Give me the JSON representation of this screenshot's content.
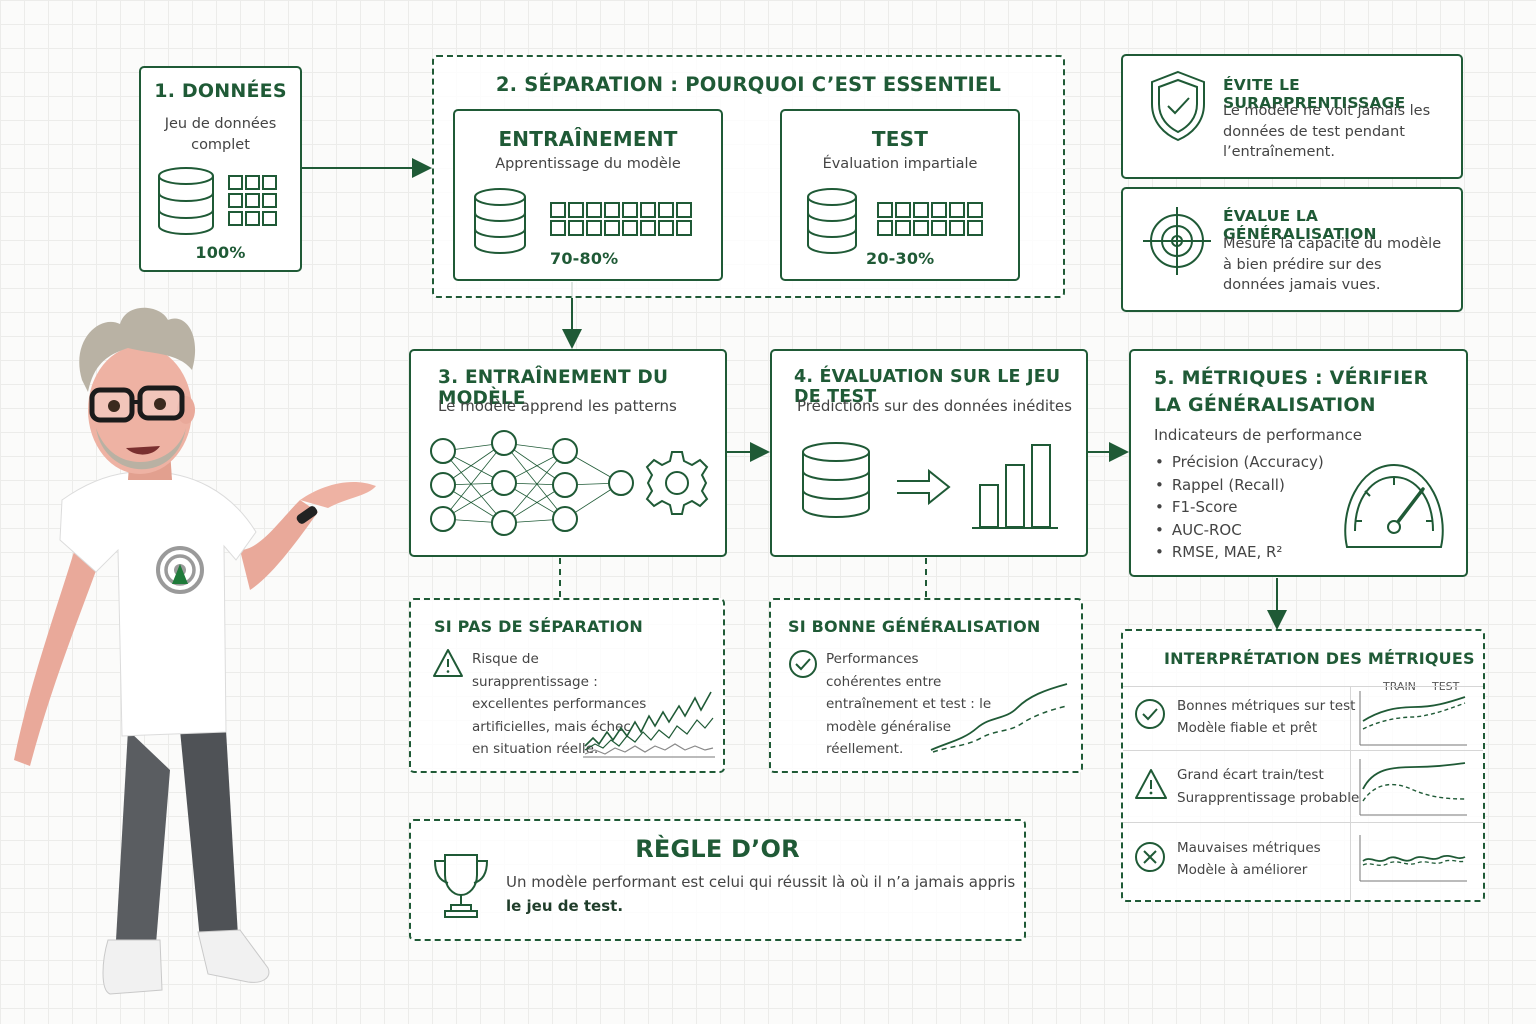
{
  "step1": {
    "title": "1. DONNÉES",
    "subtitle": "Jeu de données complet",
    "percent": "100%"
  },
  "step2": {
    "title": "2. SÉPARATION : POURQUOI C’EST ESSENTIEL",
    "train": {
      "title": "ENTRAÎNEMENT",
      "subtitle": "Apprentissage du modèle",
      "percent": "70-80%"
    },
    "test": {
      "title": "TEST",
      "subtitle": "Évaluation impartiale",
      "percent": "20-30%"
    }
  },
  "benefits": [
    {
      "title": "ÉVITE LE SURAPPRENTISSAGE",
      "text": "Le modèle ne voit jamais les données de test pendant l’entraînement.",
      "icon": "shield-check-icon"
    },
    {
      "title": "ÉVALUE LA GÉNÉRALISATION",
      "text": "Mesure la capacité du modèle à bien prédire sur des données jamais vues.",
      "icon": "target-icon"
    }
  ],
  "step3": {
    "title": "3. ENTRAÎNEMENT DU MODÈLE",
    "subtitle": "Le modèle apprend les patterns"
  },
  "step4": {
    "title": "4. ÉVALUATION SUR LE JEU DE TEST",
    "subtitle": "Prédictions sur des données inédites"
  },
  "step5": {
    "title_line1": "5. MÉTRIQUES : VÉRIFIER",
    "title_line2": "LA GÉNÉRALISATION",
    "subtitle": "Indicateurs de performance",
    "metrics": [
      "Précision (Accuracy)",
      "Rappel (Recall)",
      "F1-Score",
      "AUC-ROC",
      "RMSE, MAE, R²"
    ]
  },
  "no_split": {
    "title": "SI PAS DE SÉPARATION",
    "text": "Risque de surapprentissage : excellentes performances artificielles, mais échec en situation réelle."
  },
  "good_gen": {
    "title": "SI BONNE GÉNÉRALISATION",
    "text": "Performances cohérentes entre entraînement et test : le modèle généralise réellement."
  },
  "golden_rule": {
    "title": "RÈGLE D’OR",
    "text": "Un modèle performant est celui qui réussit là où il n’a jamais appris :",
    "bold": "le jeu de test."
  },
  "interpretation": {
    "title": "INTERPRÉTATION DES MÉTRIQUES",
    "legend_train": "TRAIN",
    "legend_test": "TEST",
    "rows": [
      {
        "line1": "Bonnes métriques sur test",
        "line2": "Modèle fiable et prêt",
        "icon": "check-circle-icon"
      },
      {
        "line1": "Grand écart train/test",
        "line2": "Surapprentissage probable",
        "icon": "warning-icon"
      },
      {
        "line1": "Mauvaises métriques",
        "line2": "Modèle à améliorer",
        "icon": "x-circle-icon"
      }
    ]
  },
  "colors": {
    "accent": "#1f5a36",
    "text": "#444444"
  }
}
